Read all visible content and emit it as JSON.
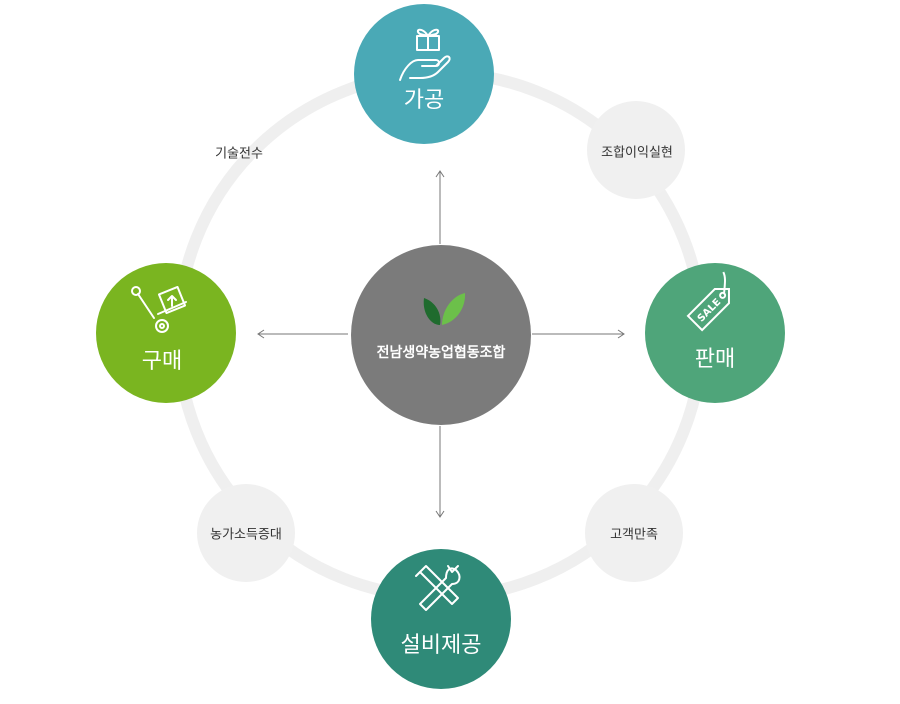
{
  "center": {
    "label": "전남생약농업협동조합",
    "color": "#7b7b7b",
    "leaf_icon": "leaf-icon"
  },
  "nodes": {
    "top": {
      "label": "가공",
      "color": "#4aa9b6",
      "icon": "gift-hand-icon"
    },
    "right": {
      "label": "판매",
      "color": "#4fa57a",
      "icon": "sale-tag-icon"
    },
    "bottom": {
      "label": "설비제공",
      "color": "#2f8a78",
      "icon": "tools-icon"
    },
    "left": {
      "label": "구매",
      "color": "#7ab520",
      "icon": "hand-truck-icon"
    }
  },
  "connectors": {
    "top_left": {
      "label": "기술전수"
    },
    "top_right": {
      "label": "조합이익실현"
    },
    "bottom_right": {
      "label": "고객만족"
    },
    "bottom_left": {
      "label": "농가소득증대"
    }
  },
  "colors": {
    "ring": "#efefef",
    "small_circle": "#f0f0f0",
    "arrow": "#777777"
  }
}
